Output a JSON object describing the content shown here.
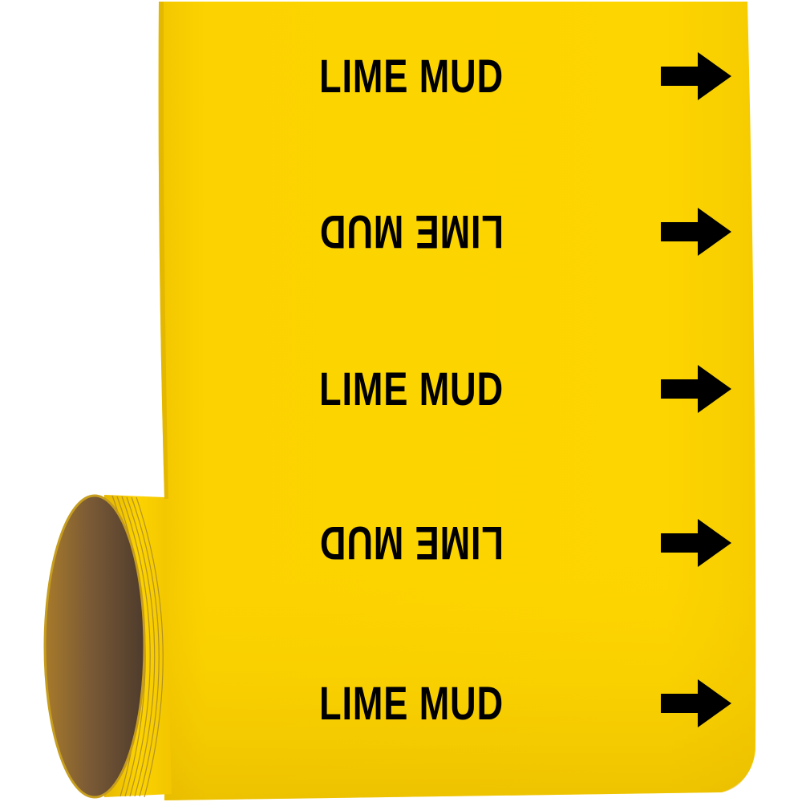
{
  "colors": {
    "label_yellow": "#fcd300",
    "label_yellow_shadow": "#f1c600",
    "legend_black": "#000000",
    "core_brown": "#8a6530",
    "background": "#ffffff"
  },
  "label": {
    "rows": [
      {
        "text": "LIME MUD",
        "orientation": "upright",
        "arrow_icon": "right-arrow-icon"
      },
      {
        "text": "LIME MUD",
        "orientation": "inverted",
        "arrow_icon": "right-arrow-icon"
      },
      {
        "text": "LIME MUD",
        "orientation": "upright",
        "arrow_icon": "right-arrow-icon"
      },
      {
        "text": "LIME MUD",
        "orientation": "inverted",
        "arrow_icon": "right-arrow-icon"
      },
      {
        "text": "LIME MUD",
        "orientation": "upright",
        "arrow_icon": "right-arrow-icon"
      }
    ]
  }
}
